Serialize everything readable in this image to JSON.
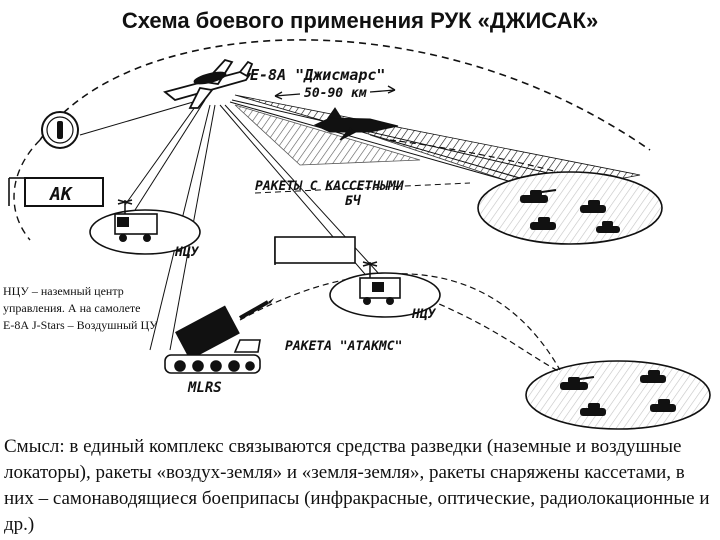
{
  "title": "Схема боевого применения РУК «ДЖИСАК»",
  "labels": {
    "aircraft": "Е-8А \"Джисмарс\"",
    "range": "50-90 км",
    "ak": "АК",
    "ncu": "НЦУ",
    "cluster_missiles_line1": "РАКЕТЫ С КАССЕТНЫМИ",
    "cluster_missiles_line2": "БЧ",
    "atacms": "РАКЕТА \"АТАКМС\"",
    "mlrs": "MLRS"
  },
  "note": "НЦУ – наземный центр управления. А на самолете Е-8А J-Stars – Воздушный ЦУ",
  "meaning": "Смысл: в единый комплекс связываются средства разведки (наземные и воздушные локаторы), ракеты «воздух-земля» и «земля-земля», ракеты снаряжены кассетами, в них – самонаводящиеся боеприпасы (инфракрасные, оптические, радиолокационные и др.)"
}
